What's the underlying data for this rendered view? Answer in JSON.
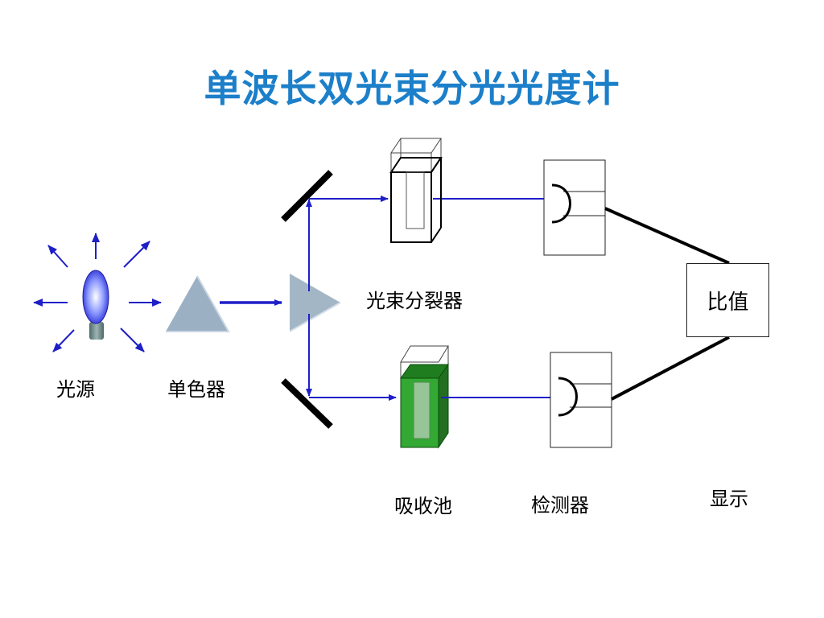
{
  "title": "单波长双光束分光光度计",
  "labels": {
    "light_source": "光源",
    "monochromator": "单色器",
    "beam_splitter": "光束分裂器",
    "absorption_cell": "吸收池",
    "detector": "检测器",
    "ratio": "比值",
    "display": "显示"
  },
  "colors": {
    "title": "#1c7fc9",
    "beam": "#1f1fc8",
    "prism": "#9cb0c4",
    "sample": "#2fa52f",
    "wire": "#000000"
  }
}
